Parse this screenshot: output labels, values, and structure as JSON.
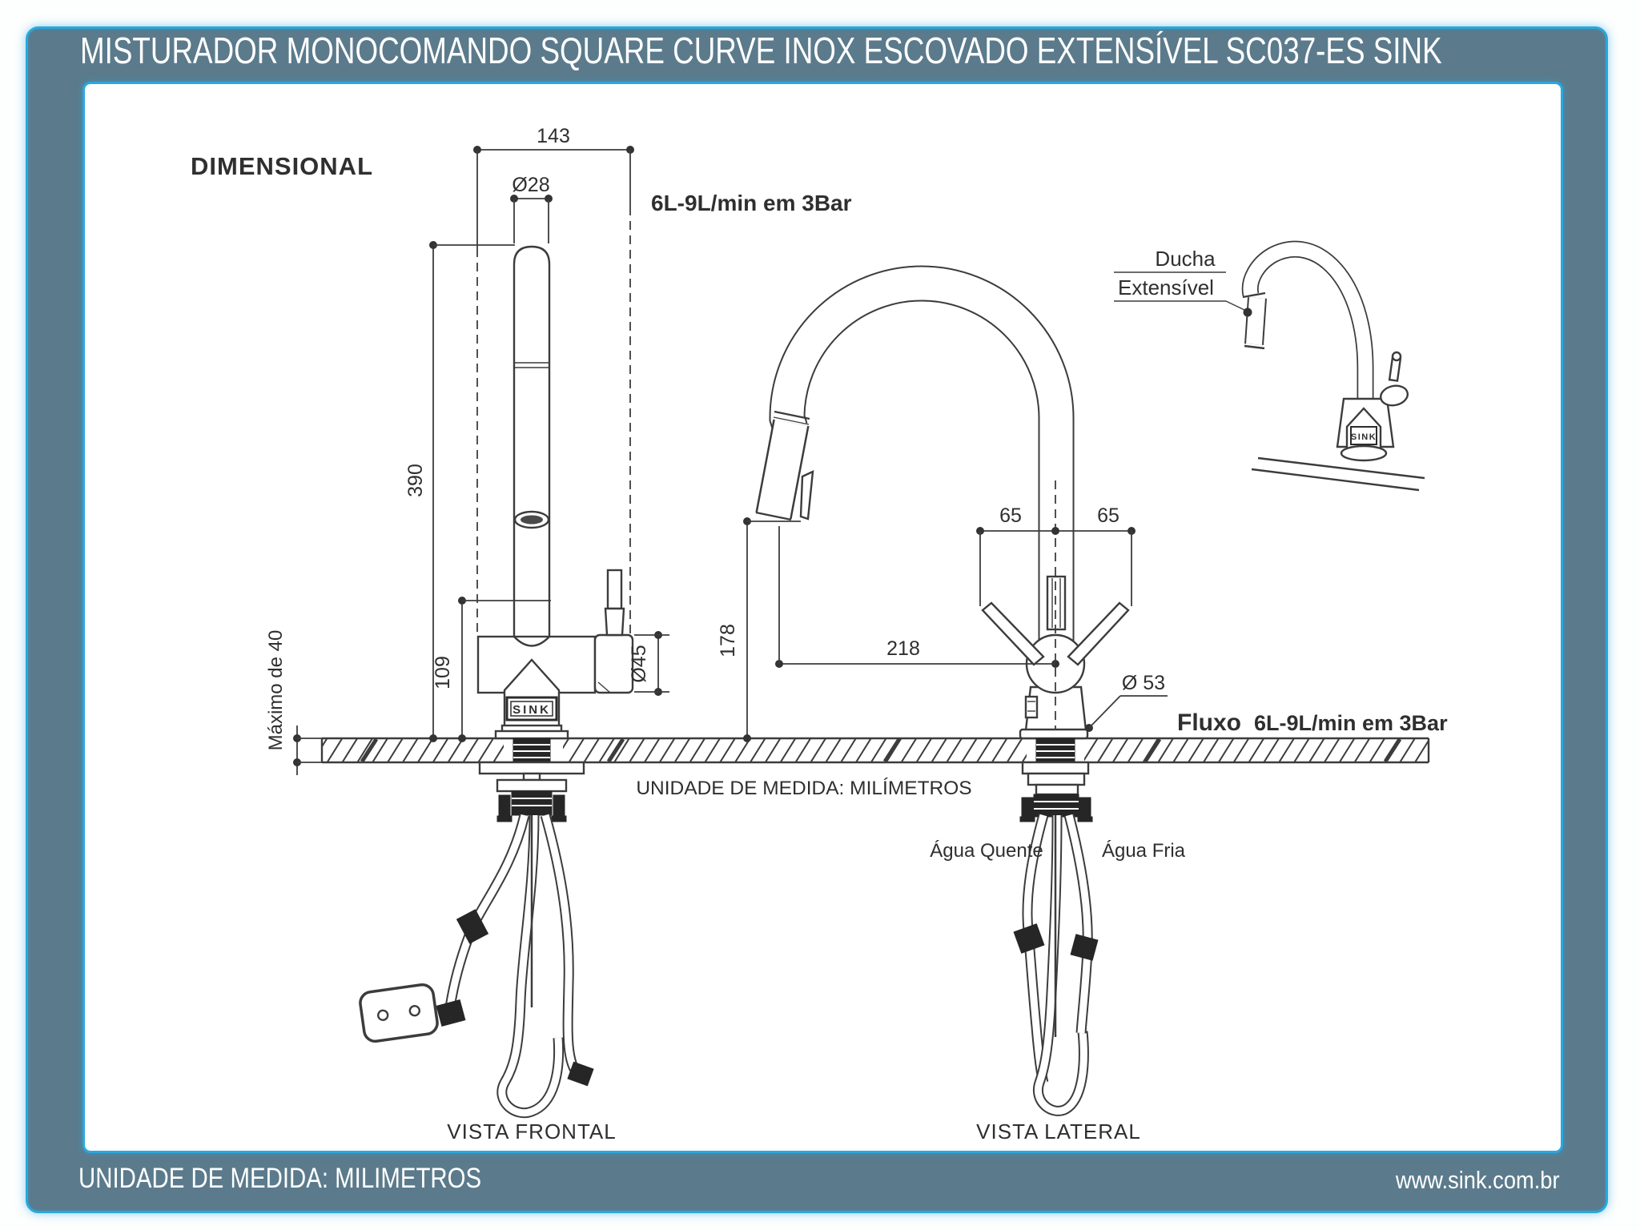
{
  "window": {
    "title": "MISTURADOR MONOCOMANDO SQUARE CURVE INOX ESCOVADO EXTENSÍVEL SC037-ES SINK"
  },
  "footer": {
    "unit_label": "UNIDADE DE MEDIDA: MILIMETROS",
    "website": "www.sink.com.br"
  },
  "drawing": {
    "section_title": "DIMENSIONAL",
    "flow_spec": "6L-9L/min em 3Bar",
    "flow_prefix": "Fluxo",
    "flow_spec_side": "6L-9L/min em 3Bar",
    "unit_note": "UNIDADE DE MEDIDA: MILÍMETROS",
    "shower_label_1": "Ducha",
    "shower_label_2": "Extensível",
    "hot_water_label": "Água Quente",
    "cold_water_label": "Água Fria",
    "front_view_caption": "VISTA FRONTAL",
    "side_view_caption": "VISTA LATERAL",
    "brand_badge": "SINK",
    "dims": {
      "spout_reach_top": "143",
      "spout_diameter": "Ø28",
      "total_height": "390",
      "body_height": "109",
      "counter_max": "Máximo de 40",
      "body_diameter": "Ø45",
      "spray_height": "178",
      "reach": "218",
      "handle_left": "65",
      "handle_right": "65",
      "base_diameter": "Ø 53"
    }
  },
  "colors": {
    "frame": "#5b7b8c",
    "accent": "#29a8e0",
    "line": "#3c3c3c",
    "text": "#2f2f2f"
  }
}
